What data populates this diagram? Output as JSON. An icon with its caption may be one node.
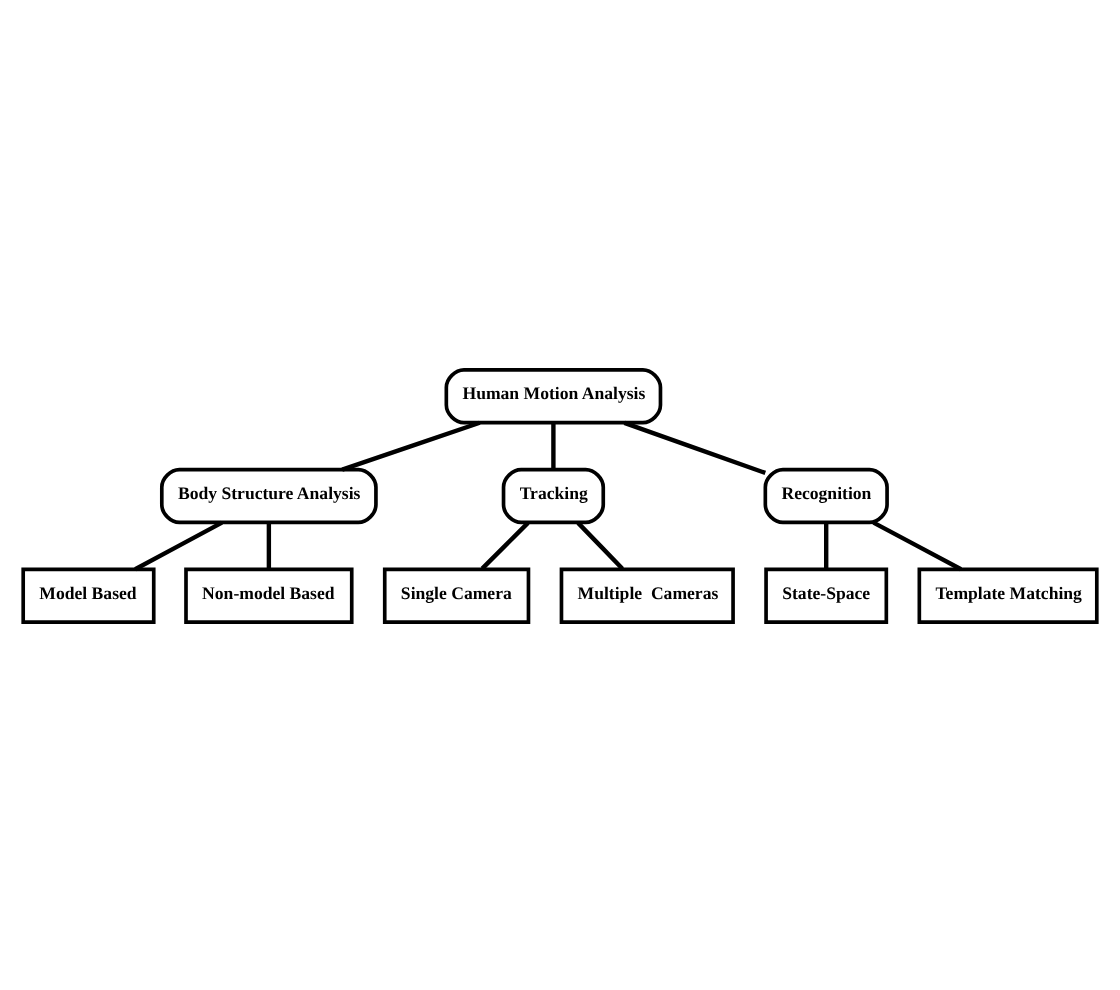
{
  "diagram": {
    "nodes": [
      {
        "text": [
          "Human Motion Analysis"
        ]
      },
      {
        "text": [
          "Body Structure Analysis"
        ]
      },
      {
        "text": [
          "Model Based"
        ]
      },
      {
        "text": [
          "Non-model Based"
        ]
      },
      {
        "text": [
          "Tracking"
        ]
      },
      {
        "text": [
          "Single Camera"
        ]
      },
      {
        "text": [
          "Multiple  Cameras"
        ]
      },
      {
        "text": [
          "Recognition"
        ]
      },
      {
        "text": [
          "State-Space"
        ]
      },
      {
        "text": [
          "Template Matching"
        ]
      }
    ],
    "edges": [
      {
        "from": 0,
        "to": 1,
        "arrow": "none"
      },
      {
        "from": 0,
        "to": 4,
        "arrow": "none"
      },
      {
        "from": 0,
        "to": 7,
        "arrow": "none"
      },
      {
        "from": 1,
        "to": 2,
        "arrow": "none"
      },
      {
        "from": 1,
        "to": 3,
        "arrow": "none"
      },
      {
        "from": 4,
        "to": 5,
        "arrow": "none"
      },
      {
        "from": 4,
        "to": 6,
        "arrow": "none"
      },
      {
        "from": 7,
        "to": 8,
        "arrow": "none"
      },
      {
        "from": 7,
        "to": 9,
        "arrow": "none"
      }
    ]
  }
}
